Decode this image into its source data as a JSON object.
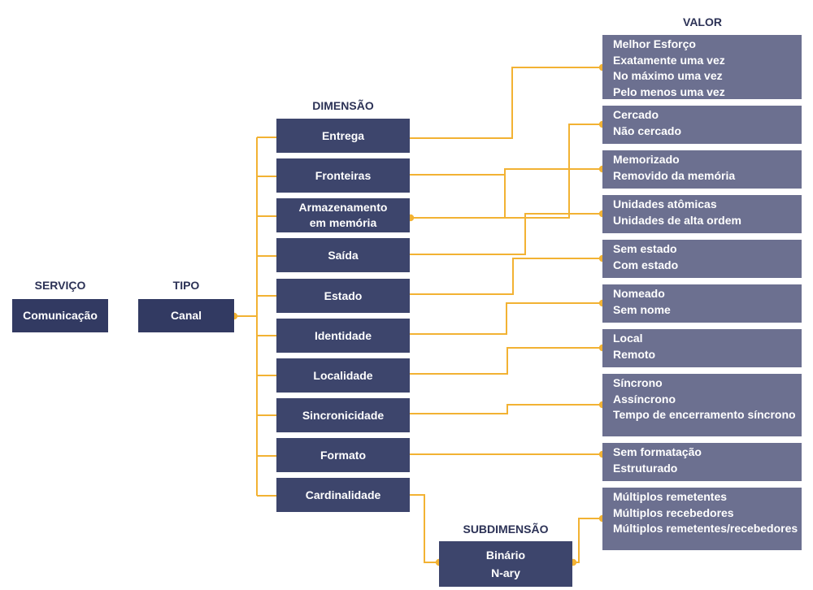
{
  "headers": {
    "service": "SERVIÇO",
    "type": "TIPO",
    "dimension": "DIMENSÃO",
    "value": "VALOR",
    "subdimension": "SUBDIMENSÃO"
  },
  "service": "Comunicação",
  "type": "Canal",
  "dimensions": [
    {
      "label": "Entrega"
    },
    {
      "label": "Fronteiras"
    },
    {
      "label_lines": [
        "Armazenamento",
        "em memória"
      ]
    },
    {
      "label": "Saída"
    },
    {
      "label": "Estado"
    },
    {
      "label": "Identidade"
    },
    {
      "label": "Localidade"
    },
    {
      "label": "Sincronicidade"
    },
    {
      "label": "Formato"
    },
    {
      "label": "Cardinalidade"
    }
  ],
  "values": [
    [
      "Melhor Esforço",
      "Exatamente uma vez",
      "No máximo uma vez",
      "Pelo menos uma vez"
    ],
    [
      "Cercado",
      "Não cercado"
    ],
    [
      "Memorizado",
      "Removido da memória"
    ],
    [
      "Unidades atômicas",
      "Unidades de alta ordem"
    ],
    [
      "Sem estado",
      "Com estado"
    ],
    [
      "Nomeado",
      "Sem nome"
    ],
    [
      "Local",
      "Remoto"
    ],
    [
      "Síncrono",
      "Assíncrono",
      "Tempo de encerramento síncrono"
    ],
    [
      "Sem formatação",
      "Estruturado"
    ],
    [
      "Múltiplos remetentes",
      "Múltiplos recebedores",
      "Múltiplos remetentes/recebedores"
    ]
  ],
  "subdimension": [
    "Binário",
    "N-ary"
  ],
  "colors": {
    "connector": "#f2b233",
    "box_dark": "#323a62",
    "box_value": "#6c7090",
    "header_text": "#2c3256"
  }
}
